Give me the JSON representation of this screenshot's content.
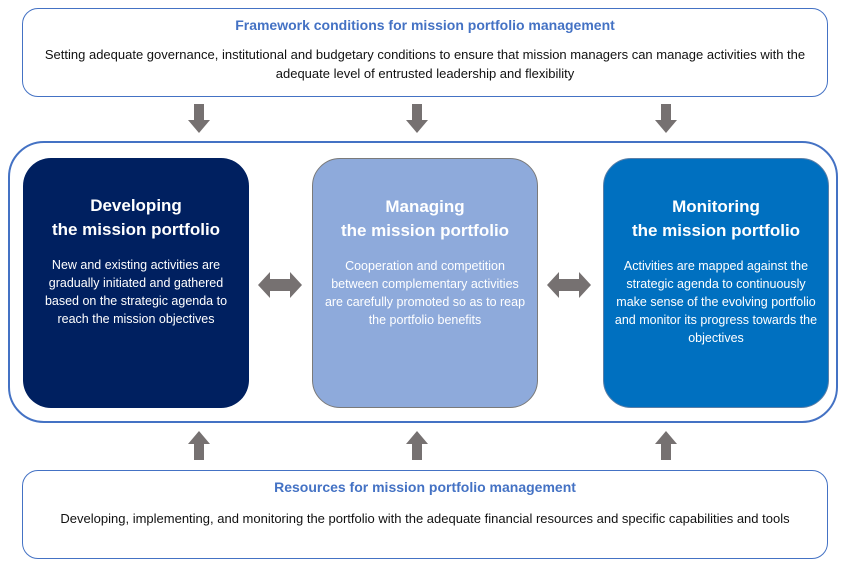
{
  "framework": {
    "title": "Framework conditions for mission portfolio management",
    "body": "Setting adequate governance, institutional and budgetary conditions to ensure that mission managers can manage activities with the adequate level of entrusted leadership and flexibility"
  },
  "cards": [
    {
      "title_line1": "Developing",
      "title_line2": "the mission portfolio",
      "body": "New and existing activities are gradually initiated and gathered based on the strategic agenda to reach the mission objectives",
      "color": "#002060"
    },
    {
      "title_line1": "Managing",
      "title_line2": "the mission portfolio",
      "body": "Cooperation and competition between complementary activities are carefully promoted so as to reap the portfolio benefits",
      "color": "#8eaadb"
    },
    {
      "title_line1": "Monitoring",
      "title_line2": "the mission portfolio",
      "body": "Activities are mapped against the strategic agenda to continuously make sense of the evolving portfolio and monitor its progress towards the objectives",
      "color": "#0070c0"
    }
  ],
  "resources": {
    "title": "Resources for mission portfolio management",
    "body": "Developing, implementing, and monitoring the portfolio with the adequate financial resources and specific capabilities and tools"
  },
  "colors": {
    "accent": "#4472c4",
    "arrow": "#767171"
  }
}
